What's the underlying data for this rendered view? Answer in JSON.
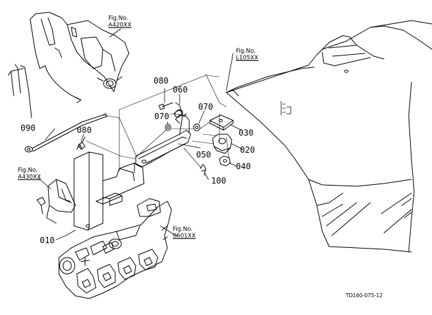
{
  "figure_refs": [
    {
      "label": "Fig.No.",
      "number": "A420XX"
    },
    {
      "label": "Fig.No.",
      "number": "L105XX"
    },
    {
      "label": "Fig.No.",
      "number": "A430XX"
    },
    {
      "label": "Fig.No.",
      "number": "0601XX"
    }
  ],
  "part_numbers": {
    "p010": "010",
    "p020": "020",
    "p030": "030",
    "p040": "040",
    "p050": "050",
    "p060": "060",
    "p070a": "070",
    "p070b": "070",
    "p080a": "080",
    "p080b": "080",
    "p090": "090",
    "p100": "100"
  },
  "drawing_code": "TD160-075-12"
}
